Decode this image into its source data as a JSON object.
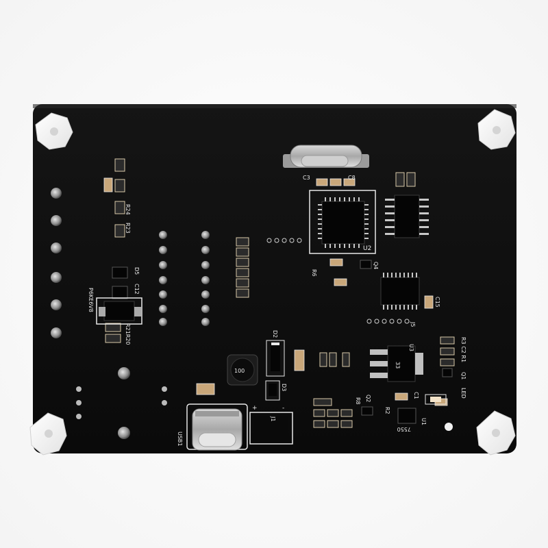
{
  "photo": {
    "subject": "pcb-board-back-side",
    "board_color": "#0b0b0b",
    "silkscreen_color": "#e8e8e8",
    "standoff_color": "#f2f2f2"
  },
  "silkscreen": {
    "u2": "U2",
    "c3": "C3",
    "c8": "C8",
    "r6": "R6",
    "q4": "Q4",
    "c15": "C15",
    "j5": "J5",
    "r24": "R24",
    "r23": "R23",
    "d5": "D5",
    "c12": "C12",
    "p6ke": "P6KE6V8",
    "r21r20": "R21R20",
    "d2": "D2",
    "d3": "D3",
    "u3": "U3",
    "r3c2r1": "R3 C2 R1",
    "q1": "Q1",
    "led": "LED",
    "c1": "C1",
    "u1": "U1",
    "ic7550": "7550",
    "r8": "R8",
    "q2": "Q2",
    "r2": "R2",
    "j1": "J1",
    "usb1": "USB1",
    "plus": "+",
    "minus": "-",
    "inductor_code": "100"
  }
}
